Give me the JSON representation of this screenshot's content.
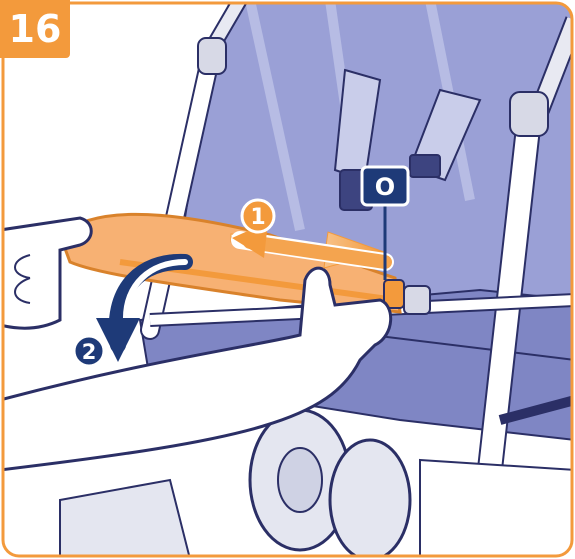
{
  "step_number": "16",
  "callouts": {
    "step_1": "1",
    "step_2": "2",
    "part_label": "O"
  },
  "colors": {
    "orange": "#f39a3c",
    "light_orange": "#f7b173",
    "navy": "#1e3a78",
    "seat_blue": "#8f96d0",
    "frame_grey": "#d7d9e6",
    "outline": "#2b2f66"
  }
}
